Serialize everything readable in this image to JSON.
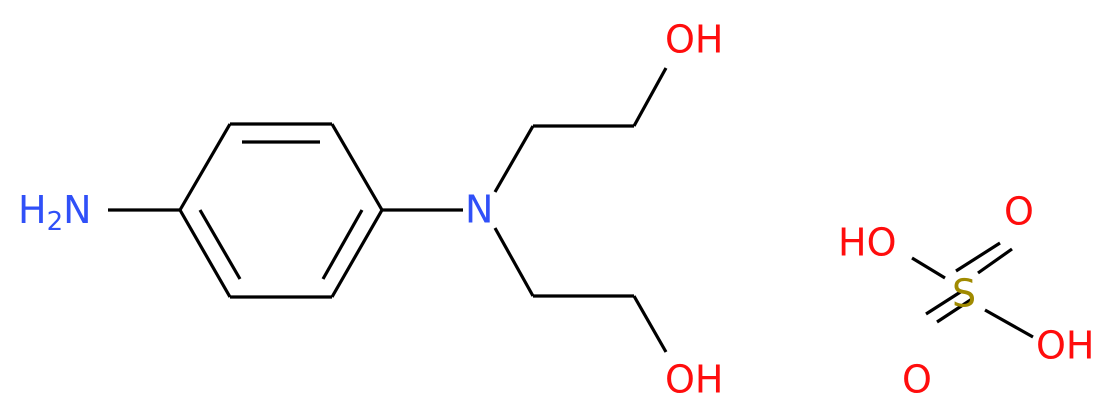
{
  "colors": {
    "bond": "#000000",
    "nitrogen": "#3050F8",
    "oxygen": "#FF0D0D",
    "sulfur": "#A08A00"
  },
  "amine": {
    "symbol": "H",
    "subscript": "2",
    "element": "N"
  },
  "central_n": "N",
  "top_oh": "OH",
  "bottom_oh": "OH",
  "sulfate": {
    "left_oh": "HO",
    "right_oh": "OH",
    "top_o": "O",
    "bottom_o": "O",
    "s": "S"
  }
}
